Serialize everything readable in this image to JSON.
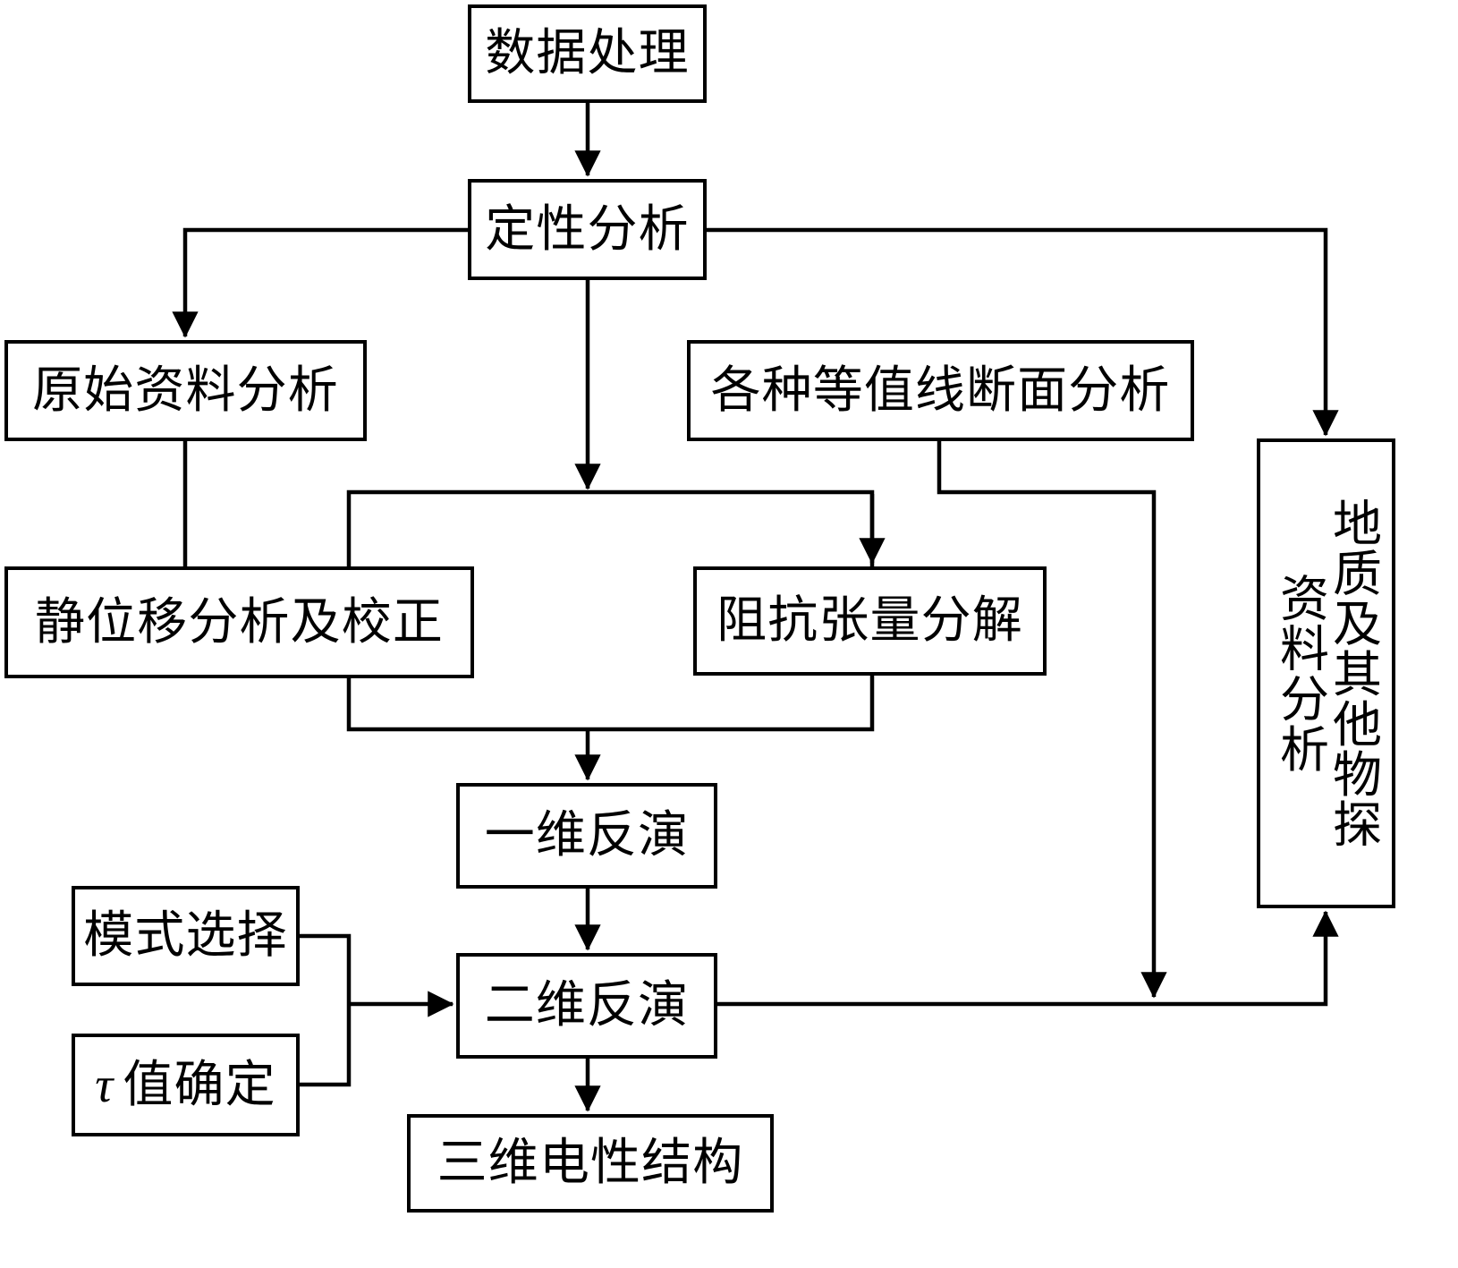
{
  "nodes": {
    "data_processing": {
      "label": "数据处理"
    },
    "qualitative_analysis": {
      "label": "定性分析"
    },
    "raw_data_analysis": {
      "label": "原始资料分析"
    },
    "contour_section_analysis": {
      "label": "各种等值线断面分析"
    },
    "static_shift_correction": {
      "label": "静位移分析及校正"
    },
    "impedance_tensor_decomposition": {
      "label": "阻抗张量分解"
    },
    "inversion_1d": {
      "label": "一维反演"
    },
    "mode_selection": {
      "label": "模式选择"
    },
    "tau_determination": {
      "symbol": "τ",
      "label": "值确定"
    },
    "inversion_2d": {
      "label": "二维反演"
    },
    "structure_3d": {
      "label": "三维电性结构"
    },
    "geology_geophysics": {
      "line1": "地质及其他物探",
      "line2": "资料分析"
    }
  }
}
